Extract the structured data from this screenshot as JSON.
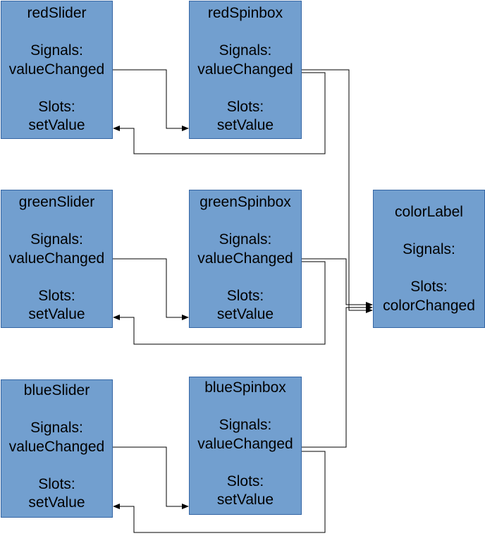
{
  "diagram": {
    "signals_label": "Signals:",
    "slots_label": "Slots:",
    "nodes": {
      "redSlider": {
        "name": "redSlider",
        "signal": "valueChanged",
        "slot": "setValue"
      },
      "redSpinbox": {
        "name": "redSpinbox",
        "signal": "valueChanged",
        "slot": "setValue"
      },
      "greenSlider": {
        "name": "greenSlider",
        "signal": "valueChanged",
        "slot": "setValue"
      },
      "greenSpinbox": {
        "name": "greenSpinbox",
        "signal": "valueChanged",
        "slot": "setValue"
      },
      "blueSlider": {
        "name": "blueSlider",
        "signal": "valueChanged",
        "slot": "setValue"
      },
      "blueSpinbox": {
        "name": "blueSpinbox",
        "signal": "valueChanged",
        "slot": "setValue"
      },
      "colorLabel": {
        "name": "colorLabel",
        "signal": "",
        "slot": "colorChanged"
      }
    },
    "connections": [
      {
        "from": "redSlider",
        "signal": "valueChanged",
        "to": "redSpinbox",
        "slot": "setValue"
      },
      {
        "from": "redSpinbox",
        "signal": "valueChanged",
        "to": "redSlider",
        "slot": "setValue"
      },
      {
        "from": "greenSlider",
        "signal": "valueChanged",
        "to": "greenSpinbox",
        "slot": "setValue"
      },
      {
        "from": "greenSpinbox",
        "signal": "valueChanged",
        "to": "greenSlider",
        "slot": "setValue"
      },
      {
        "from": "blueSlider",
        "signal": "valueChanged",
        "to": "blueSpinbox",
        "slot": "setValue"
      },
      {
        "from": "blueSpinbox",
        "signal": "valueChanged",
        "to": "blueSlider",
        "slot": "setValue"
      },
      {
        "from": "redSpinbox",
        "signal": "valueChanged",
        "to": "colorLabel",
        "slot": "colorChanged"
      },
      {
        "from": "greenSpinbox",
        "signal": "valueChanged",
        "to": "colorLabel",
        "slot": "colorChanged"
      },
      {
        "from": "blueSpinbox",
        "signal": "valueChanged",
        "to": "colorLabel",
        "slot": "colorChanged"
      }
    ]
  }
}
